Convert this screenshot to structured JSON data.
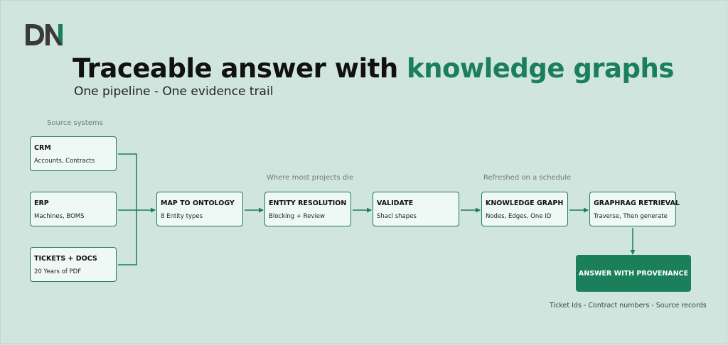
{
  "brand": {
    "logo_text": "DN",
    "logo_color": "#3a3a3a",
    "logo_accent": "#1a7f5a"
  },
  "header": {
    "title_main": "Traceable answer with ",
    "title_accent": "knowledge graphs",
    "subtitle": "One pipeline - One evidence trail"
  },
  "captions": {
    "sources": "Source systems",
    "die": "Where most projects die",
    "refresh": "Refreshed on a schedule"
  },
  "sources": [
    {
      "title": "CRM",
      "subtitle": "Accounts, Contracts"
    },
    {
      "title": "ERP",
      "subtitle": "Machines, BOMS"
    },
    {
      "title": "TICKETS + DOCS",
      "subtitle": "20 Years of PDF"
    }
  ],
  "pipeline": [
    {
      "title": "MAP TO ONTOLOGY",
      "subtitle": "8 Entity types"
    },
    {
      "title": "ENTITY RESOLUTION",
      "subtitle": "Blocking + Review"
    },
    {
      "title": "VALIDATE",
      "subtitle": "Shacl shapes"
    },
    {
      "title": "KNOWLEDGE GRAPH",
      "subtitle": "Nodes, Edges, One ID"
    },
    {
      "title": "GRAPHRAG RETRIEVAL",
      "subtitle": "Traverse, Then generate"
    }
  ],
  "answer": {
    "label": "ANSWER WITH PROVENANCE",
    "footnote": "Ticket Ids - Contract numbers - Source records"
  },
  "colors": {
    "background": "#cfe5dd",
    "accent": "#1a7f5a",
    "box_fill": "#eef8f4",
    "connector": "#1f7d58"
  }
}
